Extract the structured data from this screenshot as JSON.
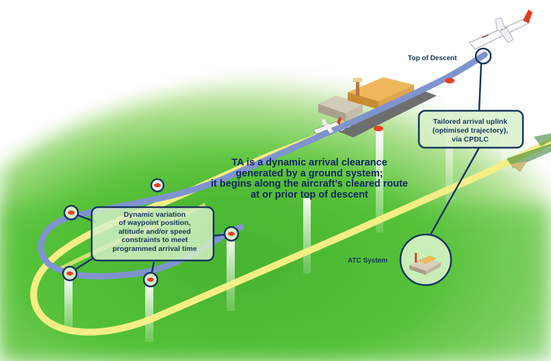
{
  "labels": {
    "top_of_descent": "Top of Descent",
    "uplink": "Tailored arrival uplink\n(optimised trajectory),\nvia CPDLC",
    "main_caption": "TA is a dynamic arrival clearance\ngenerated by a ground system;\nit begins along the aircraft’s cleared route\nat or prior top of descent",
    "dynamic_variation": "Dynamic variation\nof waypoint position,\naltitude and/or speed\nconstraints to meet\nprogrammed arrival time",
    "atc_system": "ATC System"
  },
  "icons": {
    "aircraft_top": "airliner-icon",
    "aircraft_runway": "airliner-landing-icon",
    "aircraft_shadow": "airliner-shadow-icon",
    "terminal": "airport-terminal-icon",
    "atc_building": "atc-building-icon",
    "waypoint": "waypoint-marker-icon"
  },
  "colors": {
    "ground_top": "#ffffff",
    "ground_green": "#4fbf35",
    "planned_route": "#f4ee86",
    "flown_route": "#7f94cf",
    "callout_stroke": "#17355e",
    "waypoint": "#e8401f",
    "text": "#17355e"
  }
}
